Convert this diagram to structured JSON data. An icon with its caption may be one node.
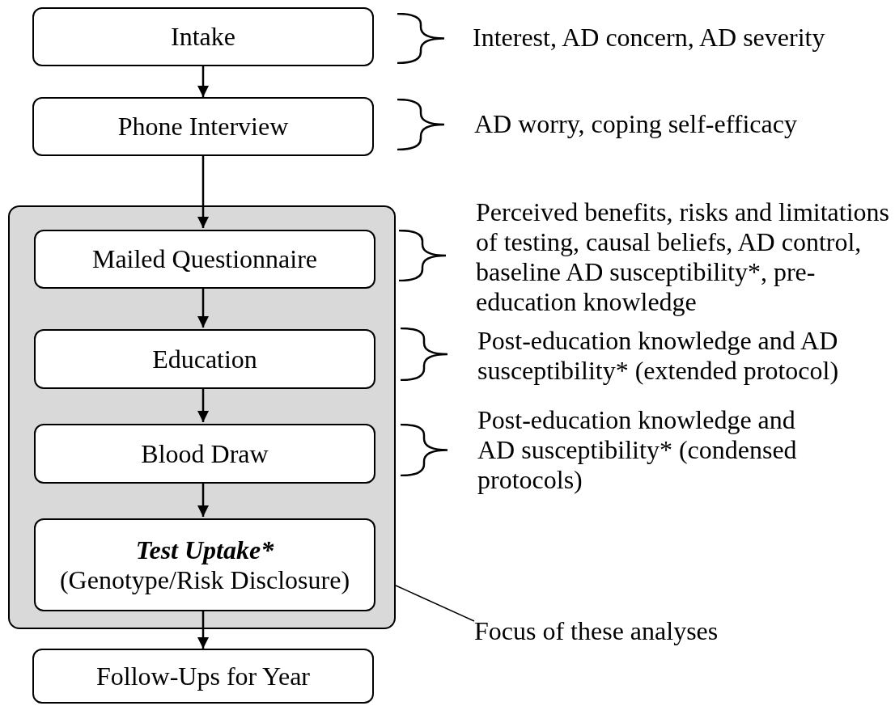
{
  "diagram": {
    "nodes": [
      {
        "text": [
          "Intake"
        ]
      },
      {
        "text": [
          "Phone Interview"
        ]
      },
      {
        "text": [],
        "shape": "box"
      },
      {
        "text": [
          "Mailed Questionnaire"
        ],
        "in": 2
      },
      {
        "text": [
          "Education"
        ],
        "in": 2
      },
      {
        "text": [
          "Blood Draw"
        ],
        "in": 2
      },
      {
        "text": [
          "Test Uptake*",
          "(Genotype/Risk Disclosure)"
        ],
        "in": 2
      },
      {
        "text": [
          "Follow-Ups for Year"
        ]
      },
      {
        "text": [
          "Focus of these analyses"
        ]
      }
    ],
    "edges": [
      {
        "from": 0,
        "to": 1,
        "arrow": "to"
      },
      {
        "from": 1,
        "to": 3,
        "arrow": "to"
      },
      {
        "from": 3,
        "to": 4,
        "arrow": "to"
      },
      {
        "from": 4,
        "to": 5,
        "arrow": "to"
      },
      {
        "from": 5,
        "to": 6,
        "arrow": "to"
      },
      {
        "from": 6,
        "to": 7,
        "arrow": "to"
      },
      {
        "from": 8,
        "to": 2,
        "arrow": "none"
      }
    ],
    "labels": [
      "Interest, AD concern, AD severity",
      "AD worry, coping self-efficacy",
      "Perceived benefits, risks and limitations of testing, causal beliefs, AD control, baseline AD susceptibility*, pre-education knowledge",
      "Post-education knowledge and AD susceptibility* (extended protocol)",
      "Post-education knowledge and AD susceptibility* (condensed protocols)"
    ]
  }
}
